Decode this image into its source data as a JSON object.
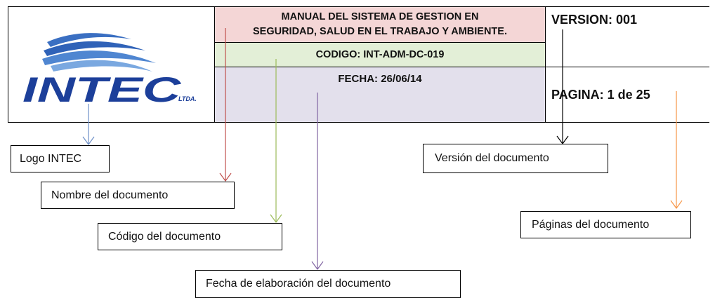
{
  "header": {
    "logo_text": "INTEC",
    "logo_suffix": "LTDA.",
    "title_line1": "MANUAL DEL SISTEMA DE GESTION EN",
    "title_line2": "SEGURIDAD, SALUD EN EL TRABAJO Y AMBIENTE.",
    "code": "CODIGO: INT-ADM-DC-019",
    "date": "FECHA: 26/06/14",
    "version": "VERSION: 001",
    "page": "PAGINA: 1 de 25"
  },
  "labels": {
    "logo": "Logo INTEC",
    "nombre": "Nombre del documento",
    "codigo": "Código del documento",
    "fecha": "Fecha de elaboración del documento",
    "version": "Versión del documento",
    "paginas": "Páginas del documento"
  },
  "colors": {
    "title_bg": "#f4d6d6",
    "code_bg": "#e3efd7",
    "date_bg": "#e3e0ec",
    "logo_blue": "#1c3f9a",
    "arrow_logo": "#6d8fc7",
    "arrow_nombre": "#c0504d",
    "arrow_codigo": "#9bbb59",
    "arrow_fecha": "#8064a2",
    "arrow_version": "#000000",
    "arrow_paginas": "#f79646"
  }
}
